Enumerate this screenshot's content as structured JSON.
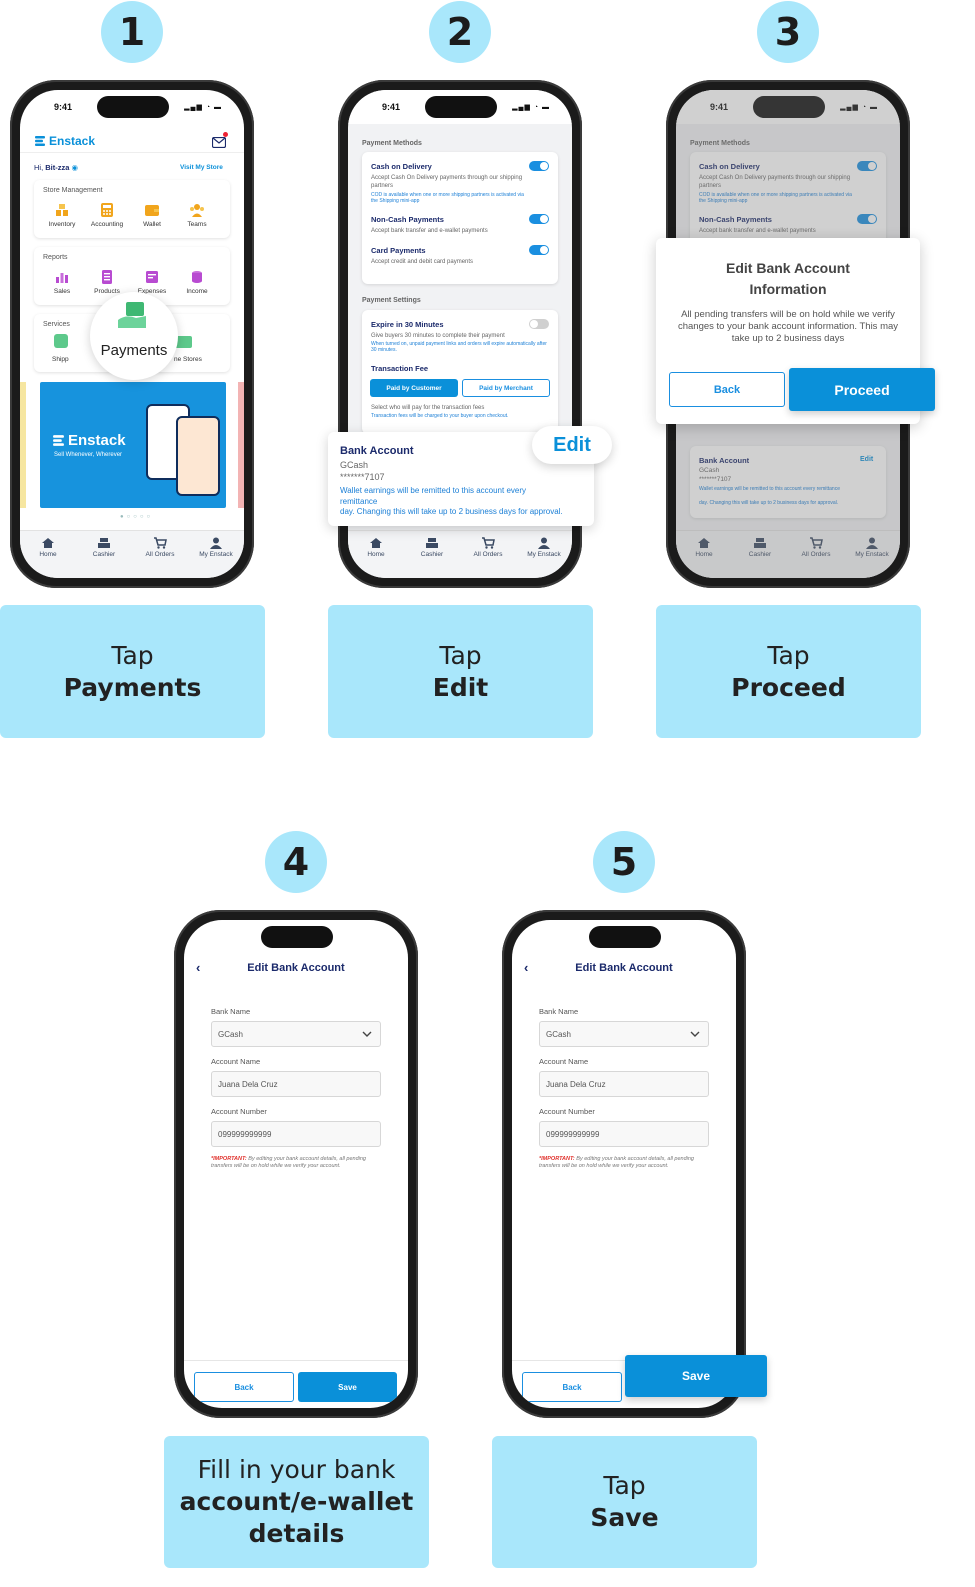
{
  "steps": [
    {
      "num": "1",
      "caption_line1": "Tap",
      "caption_line2": "Payments"
    },
    {
      "num": "2",
      "caption_line1": "Tap",
      "caption_line2": "Edit"
    },
    {
      "num": "3",
      "caption_line1": "Tap",
      "caption_line2": "Proceed"
    },
    {
      "num": "4",
      "caption_line1": "Fill in your bank",
      "caption_line2": "account/e-wallet",
      "caption_line3": "details"
    },
    {
      "num": "5",
      "caption_line1": "Tap",
      "caption_line2": "Save"
    }
  ],
  "status": {
    "time": "9:41",
    "icons": "▂▄▆ ◔ ▬"
  },
  "nav": [
    "Home",
    "Cashier",
    "All Orders",
    "My Enstack"
  ],
  "screen1": {
    "brand": "Enstack",
    "greeting_prefix": "Hi, ",
    "greeting_name": "Bit-zza",
    "visit_store": "Visit My Store",
    "store_mgmt_title": "Store Management",
    "store_mgmt_items": [
      "Inventory",
      "Accounting",
      "Wallet",
      "Teams"
    ],
    "reports_title": "Reports",
    "reports_items": [
      "Sales",
      "Products",
      "Expenses",
      "Income"
    ],
    "services_title": "Services",
    "services_left": "Shipp",
    "services_right": "ne Stores",
    "payments_bubble": "Payments",
    "banner_brand": "Enstack",
    "banner_tagline": "Sell Whenever, Wherever"
  },
  "screen2": {
    "payment_methods_title": "Payment Methods",
    "cod_title": "Cash on Delivery",
    "cod_desc": "Accept Cash On Delivery payments through our shipping partners",
    "cod_note": "COD is available when one or more shipping partners is activated via the Shipping mini-app",
    "noncash_title": "Non-Cash Payments",
    "noncash_desc": "Accept bank transfer and e-wallet payments",
    "card_title": "Card Payments",
    "card_desc": "Accept credit and debit card payments",
    "payment_settings_title": "Payment Settings",
    "expire_title": "Expire in 30 Minutes",
    "expire_desc": "Give buyers 30 minutes to complete their payment",
    "expire_note": "When turned on, unpaid payment links and orders will expire automatically after 30 minutes.",
    "fee_title": "Transaction Fee",
    "paid_customer": "Paid by Customer",
    "paid_merchant": "Paid by Merchant",
    "fee_desc": "Select who will pay for the transaction fees",
    "fee_note": "Transaction fees will be charged to your buyer upon checkout.",
    "bank_title": "Bank Account",
    "bank_name": "GCash",
    "bank_number": "*******7107",
    "bank_note_1": "Wallet earnings will be remitted to this account every remittance",
    "bank_note_2": "day. Changing this will take up to 2 business days for approval.",
    "edit_label": "Edit"
  },
  "screen3": {
    "modal_title_1": "Edit Bank Account",
    "modal_title_2": "Information",
    "modal_body": "All pending transfers will be on hold while we verify changes to your bank account information. This may take up to 2 business days",
    "back_label": "Back",
    "proceed_label": "Proceed",
    "bank_title": "Bank Account",
    "edit_label": "Edit",
    "bank_name": "GCash",
    "bank_number": "*******7107",
    "bank_note_1": "Wallet earnings will be remitted to this account every remittance",
    "bank_note_2": "day. Changing this will take up to 2 business days for approval."
  },
  "form": {
    "title": "Edit Bank Account",
    "bank_name_label": "Bank Name",
    "bank_name_value": "GCash",
    "account_name_label": "Account Name",
    "account_name_value": "Juana Dela Cruz",
    "account_number_label": "Account Number",
    "account_number_value": "099999999999",
    "important_prefix": "*IMPORTANT:",
    "important_text": " By editing your bank account details, all pending transfers will be on hold while we verify your account.",
    "back_label": "Back",
    "save_label": "Save"
  },
  "colors": {
    "accent": "#0a90d9",
    "caption_bg": "#a9e7fb",
    "navy": "#1b2a6b"
  }
}
